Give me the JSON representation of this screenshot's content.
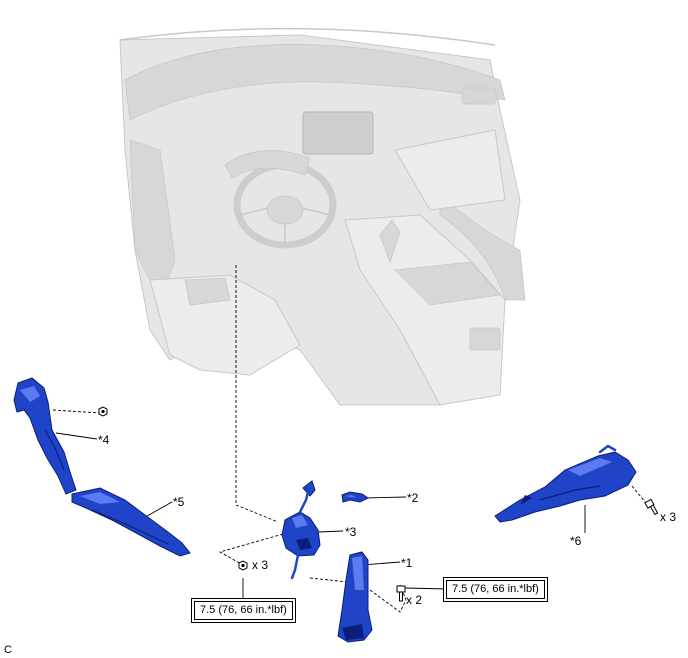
{
  "colors": {
    "part_fill": "#1f44c8",
    "part_dark": "#0a1f7a",
    "part_light": "#5a7cf0",
    "interior_fill": "#e6e6e6",
    "interior_line": "#c8c8c8",
    "leader": "#000000"
  },
  "callouts": {
    "p1": "*1",
    "p2": "*2",
    "p3": "*3",
    "p4": "*4",
    "p5": "*5",
    "p6": "*6"
  },
  "quantities": {
    "nut_left": "x 3",
    "bolt_center": "x 2",
    "bolt_right": "x 3"
  },
  "torque": {
    "left": "7.5 (76, 66 in.*lbf)",
    "right": "7.5 (76, 66 in.*lbf)"
  },
  "figure_code": "C",
  "icons": {
    "nut": "hex-nut-icon",
    "bolt": "bolt-icon"
  }
}
